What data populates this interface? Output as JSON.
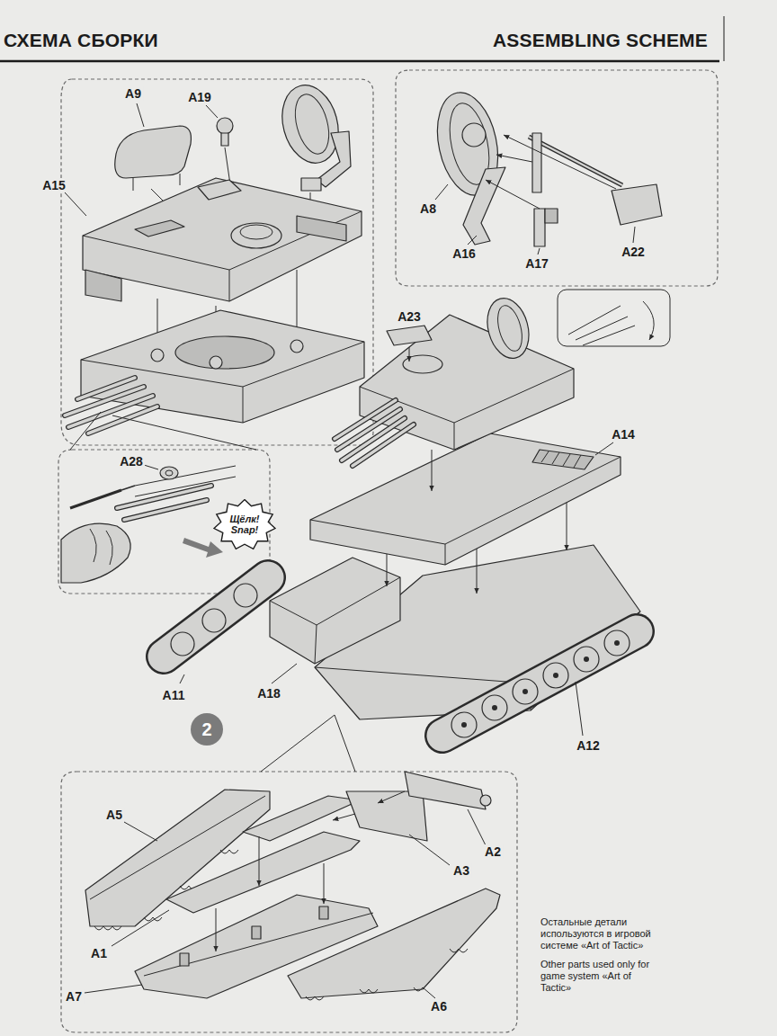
{
  "diagram": {
    "title": "СХЕМА СБОРКИ",
    "nodes": [
      {
        "text": [
          "Щёлк! Snap!"
        ]
      },
      {
        "text": [
          "2"
        ]
      }
    ],
    "labels": [
      "ASSEMBLING SCHEME",
      "A9",
      "A19",
      "A15",
      "A8",
      "A16",
      "A17",
      "A22",
      "A23",
      "A14",
      "A28",
      "A11",
      "A18",
      "A12",
      "A5",
      "A2",
      "A3",
      "A1",
      "A7",
      "A6",
      "Остальные детали используются в игровой системе «Art of Tactic»",
      "Other parts used only for game system «Art of Tactic»"
    ]
  }
}
